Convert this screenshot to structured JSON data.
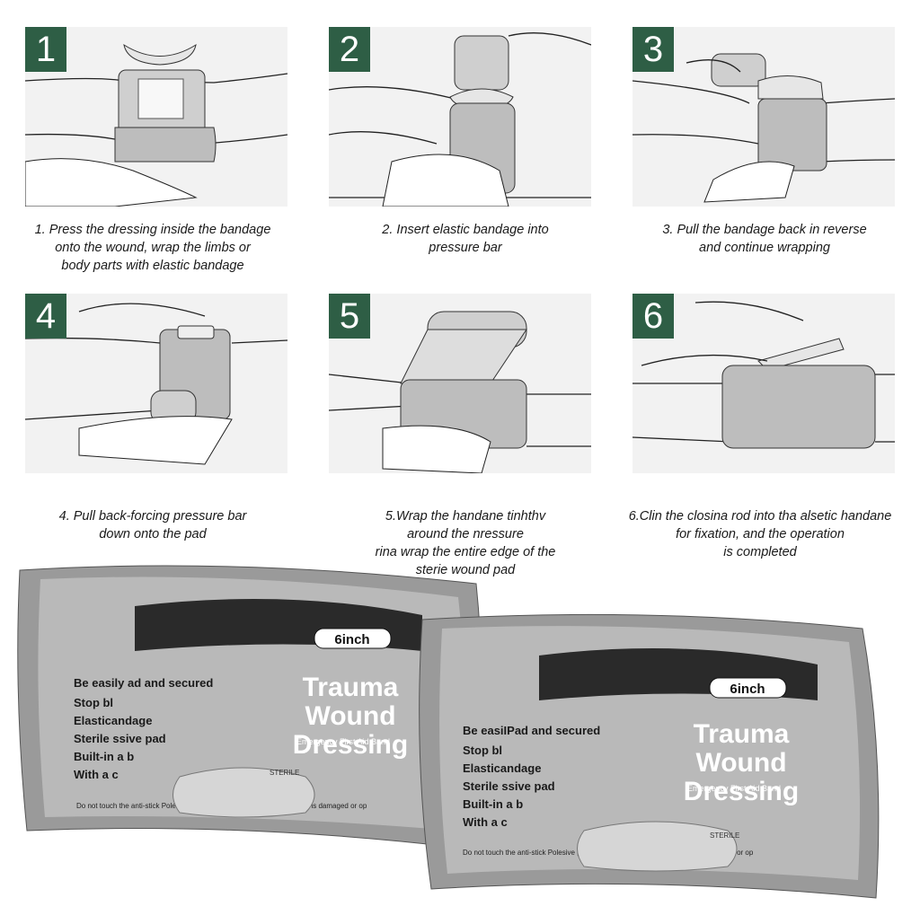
{
  "steps": [
    {
      "number": "1",
      "caption": "1. Press the dressing inside the bandage\nonto the wound, wrap the limbs or\nbody parts with elastic bandage"
    },
    {
      "number": "2",
      "caption": "2. Insert elastic bandage into\npressure bar"
    },
    {
      "number": "3",
      "caption": "3. Pull the bandage back in reverse\nand continue wrapping"
    },
    {
      "number": "4",
      "caption": "4. Pull back-forcing pressure bar\ndown onto the pad"
    },
    {
      "number": "5",
      "caption": "5.Wrap the handane tinhthv\naround the nressure\nrina wrap the entire edge of the\nsterie wound pad"
    },
    {
      "number": "6",
      "caption": "6.Clin the closina rod into tha alsetic handane\nfor fixation, and the operation\nis completed"
    }
  ],
  "packages": [
    {
      "size_label": "6inch",
      "title_lines": [
        "Trauma",
        "Wound",
        "Dressing"
      ],
      "subtitle": "Emergency First Aid Band",
      "features": [
        "Be easily ad and secured",
        "Stop bl",
        "Elasticandage",
        "Sterile ssive pad",
        "Built-in a b",
        "With a c"
      ],
      "warning": "Do not touch the anti-stick Polesive guaranteed time if individual package is damaged or op",
      "sterile_label": "STERILE"
    },
    {
      "size_label": "6inch",
      "title_lines": [
        "Trauma",
        "Wound",
        "Dressing"
      ],
      "subtitle": "Emergency First Aid Band",
      "features": [
        "Be easiIPad and secured",
        "Stop bl",
        "Elasticandage",
        "Sterile ssive pad",
        "Built-in a b",
        "With a c"
      ],
      "warning": "Do not touch the anti-stick Polesive guaranteed time if individual package is damaged or op",
      "sterile_label": "STERILE"
    }
  ],
  "colors": {
    "badge": "#2e5e45",
    "panel_bg": "#f2f2f2",
    "package": "#8a8a8a"
  }
}
